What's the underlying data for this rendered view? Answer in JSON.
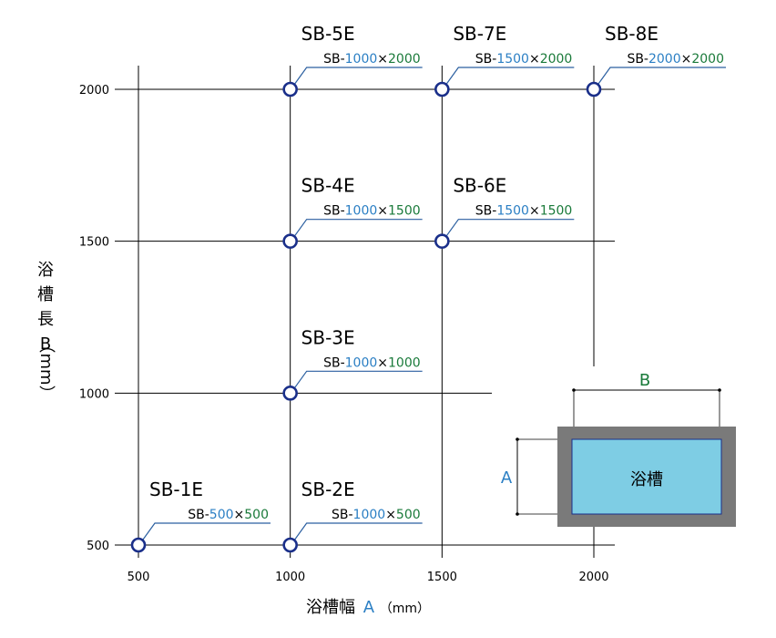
{
  "colors": {
    "grid": "#000000",
    "marker": "#1a2f8a",
    "width_value": "#2b7fc4",
    "length_value": "#1a7a3a",
    "leader": "#2b5fa0",
    "tub_frame": "#7a7a7a",
    "tub_fill": "#7ecde4"
  },
  "xaxis": {
    "title_prefix": "浴槽幅",
    "title_var": "A",
    "title_unit": "（mm）"
  },
  "yaxis": {
    "title_chars": [
      "浴",
      "槽",
      "長"
    ],
    "title_var": "B",
    "title_unit": "（mm）"
  },
  "inset": {
    "tub_label": "浴槽",
    "dim_a": "A",
    "dim_b": "B"
  },
  "chart_data": {
    "type": "scatter",
    "xlim": [
      500,
      2000
    ],
    "ylim": [
      500,
      2000
    ],
    "x_ticks": [
      500,
      1000,
      1500,
      2000
    ],
    "y_ticks": [
      500,
      1000,
      1500,
      2000
    ],
    "x_tick_labels": [
      "500",
      "1000",
      "1500",
      "2000"
    ],
    "y_tick_labels": [
      "500",
      "1000",
      "1500",
      "2000"
    ],
    "grid": true,
    "points": [
      {
        "x": 500,
        "y": 500,
        "code": "SB-1E",
        "prefix": "SB-",
        "w": "500",
        "sep": "×",
        "l": "500"
      },
      {
        "x": 1000,
        "y": 500,
        "code": "SB-2E",
        "prefix": "SB-",
        "w": "1000",
        "sep": "×",
        "l": "500"
      },
      {
        "x": 1000,
        "y": 1000,
        "code": "SB-3E",
        "prefix": "SB-",
        "w": "1000",
        "sep": "×",
        "l": "1000"
      },
      {
        "x": 1000,
        "y": 1500,
        "code": "SB-4E",
        "prefix": "SB-",
        "w": "1000",
        "sep": "×",
        "l": "1500"
      },
      {
        "x": 1000,
        "y": 2000,
        "code": "SB-5E",
        "prefix": "SB-",
        "w": "1000",
        "sep": "×",
        "l": "2000"
      },
      {
        "x": 1500,
        "y": 1500,
        "code": "SB-6E",
        "prefix": "SB-",
        "w": "1500",
        "sep": "×",
        "l": "1500"
      },
      {
        "x": 1500,
        "y": 2000,
        "code": "SB-7E",
        "prefix": "SB-",
        "w": "1500",
        "sep": "×",
        "l": "2000"
      },
      {
        "x": 2000,
        "y": 2000,
        "code": "SB-8E",
        "prefix": "SB-",
        "w": "2000",
        "sep": "×",
        "l": "2000"
      }
    ]
  }
}
